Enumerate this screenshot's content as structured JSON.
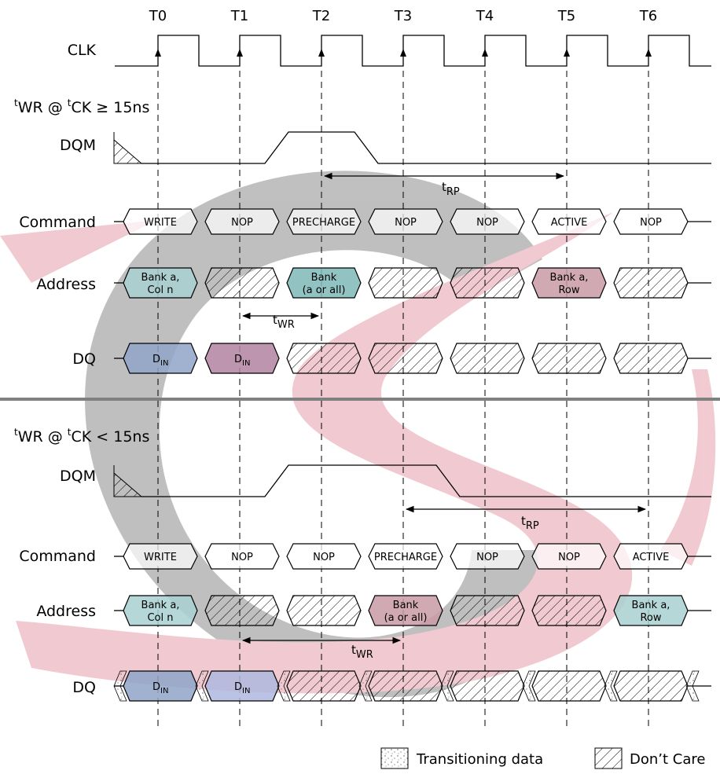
{
  "clock": {
    "label": "CLK",
    "ticks": [
      "T0",
      "T1",
      "T2",
      "T3",
      "T4",
      "T5",
      "T6"
    ]
  },
  "sections": [
    {
      "title_pre": "t",
      "title_a": "WR @ ",
      "title_sup": "t",
      "title_b": "CK ≥ 15ns",
      "dqm_label": "DQM",
      "dqm_high_start_tick": 1.5,
      "dqm_high_end_tick": 2.5,
      "trp_label": "t",
      "trp_sub": "RP",
      "trp_from_tick": 2,
      "trp_to_tick": 5,
      "command_label": "Command",
      "commands": [
        "WRITE",
        "NOP",
        "PRECHARGE",
        "NOP",
        "NOP",
        "ACTIVE",
        "NOP"
      ],
      "address_label": "Address",
      "address": [
        {
          "kind": "value",
          "lines": [
            "Bank a,",
            "Col n"
          ],
          "color": "#a8d0d0"
        },
        {
          "kind": "dontcare"
        },
        {
          "kind": "value",
          "lines": [
            "Bank",
            "(a or all)"
          ],
          "color": "#7fb8b8"
        },
        {
          "kind": "dontcare"
        },
        {
          "kind": "dontcare"
        },
        {
          "kind": "value",
          "lines": [
            "Bank a,",
            "Row"
          ],
          "color": "#c99aa4"
        },
        {
          "kind": "dontcare"
        }
      ],
      "twr_label": "t",
      "twr_sub": "WR",
      "twr_from_tick": 1,
      "twr_to_tick": 2,
      "dq_label": "DQ",
      "dq": [
        {
          "kind": "value",
          "main": "D",
          "sub": "IN",
          "color": "#8fa5c8"
        },
        {
          "kind": "value",
          "main": "D",
          "sub": "IN",
          "color": "#b383a1"
        },
        {
          "kind": "dontcare"
        },
        {
          "kind": "dontcare"
        },
        {
          "kind": "dontcare"
        },
        {
          "kind": "dontcare"
        },
        {
          "kind": "dontcare"
        }
      ]
    },
    {
      "title_pre": "t",
      "title_a": "WR @ ",
      "title_sup": "t",
      "title_b": "CK < 15ns",
      "dqm_label": "DQM",
      "dqm_high_start_tick": 1.5,
      "dqm_high_end_tick": 3.5,
      "trp_label": "t",
      "trp_sub": "RP",
      "trp_from_tick": 3,
      "trp_to_tick": 6,
      "command_label": "Command",
      "commands": [
        "WRITE",
        "NOP",
        "NOP",
        "PRECHARGE",
        "NOP",
        "NOP",
        "ACTIVE"
      ],
      "address_label": "Address",
      "address": [
        {
          "kind": "value",
          "lines": [
            "Bank a,",
            "Col n"
          ],
          "color": "#a8d0d0"
        },
        {
          "kind": "dontcare"
        },
        {
          "kind": "dontcare"
        },
        {
          "kind": "value",
          "lines": [
            "Bank",
            "(a or all)"
          ],
          "color": "#c99aa4"
        },
        {
          "kind": "dontcare"
        },
        {
          "kind": "dontcare"
        },
        {
          "kind": "value",
          "lines": [
            "Bank a,",
            "Row"
          ],
          "color": "#a8d0d0"
        }
      ],
      "twr_label": "t",
      "twr_sub": "WR",
      "twr_from_tick": 1,
      "twr_to_tick": 3,
      "dq_label": "DQ",
      "dq": [
        {
          "kind": "value",
          "main": "D",
          "sub": "IN",
          "color": "#8fa5c8"
        },
        {
          "kind": "value",
          "main": "D",
          "sub": "IN",
          "color": "#aeb9de"
        },
        {
          "kind": "dontcare"
        },
        {
          "kind": "dontcare"
        },
        {
          "kind": "dontcare"
        },
        {
          "kind": "dontcare"
        },
        {
          "kind": "dontcare"
        }
      ]
    }
  ],
  "legend": {
    "transitioning": "Transitioning data",
    "dontcare": "Don’t Care"
  },
  "colors": {
    "watermark_gray": "#8c8c8c",
    "watermark_red": "#e6a0ac",
    "divider": "#808080"
  }
}
